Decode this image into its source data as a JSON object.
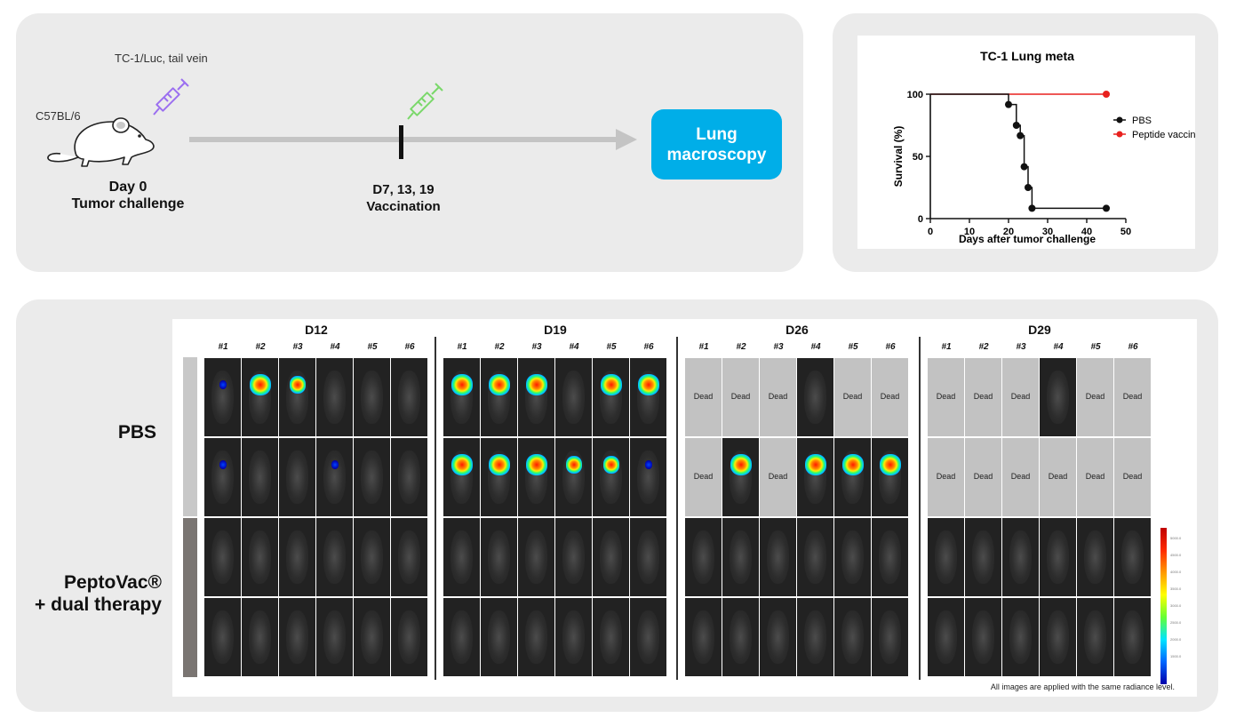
{
  "timeline": {
    "strain": "C57BL/6",
    "injection": "TC-1/Luc, tail vein",
    "day0": "Day 0",
    "day0_event": "Tumor challenge",
    "vacc_days": "D7, 13, 19",
    "vacc_event": "Vaccination",
    "endpoint_line1": "Lung",
    "endpoint_line2": "macroscopy",
    "colors": {
      "syringe1": "#9b6ff0",
      "syringe2": "#7ad86a",
      "endpoint": "#00aee8"
    },
    "icons": [
      "mouse-icon",
      "syringe-icon"
    ]
  },
  "chart_data": {
    "type": "line",
    "title": "TC-1 Lung meta",
    "xlabel": "Days after tumor challenge",
    "ylabel": "Survival (%)",
    "xlim": [
      0,
      50
    ],
    "ylim": [
      0,
      100
    ],
    "xticks": [
      0,
      10,
      20,
      30,
      40,
      50
    ],
    "yticks": [
      0,
      50,
      100
    ],
    "legend_position": "right",
    "series": [
      {
        "name": "PBS",
        "color": "#111111",
        "x": [
          0,
          20,
          22,
          23,
          24,
          25,
          26,
          45
        ],
        "y": [
          100,
          91.7,
          75,
          66.7,
          41.7,
          25,
          8.3,
          8.3
        ]
      },
      {
        "name": "Peptide vaccine",
        "color": "#e8211e",
        "x": [
          0,
          45
        ],
        "y": [
          100,
          100
        ]
      }
    ]
  },
  "imaging": {
    "group1": "PBS",
    "group2_line1": "PeptoVac®",
    "group2_line2": "+ dual therapy",
    "dead_label": "Dead",
    "days": [
      "D12",
      "D19",
      "D26",
      "D29"
    ],
    "mouse_labels": [
      "#1",
      "#2",
      "#3",
      "#4",
      "#5",
      "#6"
    ],
    "colorbar_ticks": [
      "5000.0",
      "4500.0",
      "4000.0",
      "3500.0",
      "3000.0",
      "2500.0",
      "2000.0",
      "1500.0"
    ],
    "footnote": "All images are applied with the same radiance level.",
    "colors": {
      "pbs_bar": "#c8c8c8",
      "vac_bar": "#7a7572"
    },
    "panels": [
      {
        "rows": [
          [
            {
              "s": "dot"
            },
            {
              "s": "big"
            },
            {
              "s": "mid"
            },
            {
              "s": ""
            },
            {
              "s": ""
            },
            {
              "s": ""
            }
          ],
          [
            {
              "s": "dot"
            },
            {
              "s": ""
            },
            {
              "s": ""
            },
            {
              "s": "dot"
            },
            {
              "s": ""
            },
            {
              "s": ""
            }
          ],
          [
            {
              "s": ""
            },
            {
              "s": ""
            },
            {
              "s": ""
            },
            {
              "s": ""
            },
            {
              "s": ""
            },
            {
              "s": ""
            }
          ],
          [
            {
              "s": ""
            },
            {
              "s": ""
            },
            {
              "s": ""
            },
            {
              "s": ""
            },
            {
              "s": ""
            },
            {
              "s": ""
            }
          ]
        ]
      },
      {
        "rows": [
          [
            {
              "s": "big"
            },
            {
              "s": "big"
            },
            {
              "s": "big"
            },
            {
              "s": ""
            },
            {
              "s": "big"
            },
            {
              "s": "big"
            }
          ],
          [
            {
              "s": "big"
            },
            {
              "s": "big"
            },
            {
              "s": "big"
            },
            {
              "s": "mid"
            },
            {
              "s": "mid"
            },
            {
              "s": "dot"
            }
          ],
          [
            {
              "s": ""
            },
            {
              "s": ""
            },
            {
              "s": ""
            },
            {
              "s": ""
            },
            {
              "s": ""
            },
            {
              "s": ""
            }
          ],
          [
            {
              "s": ""
            },
            {
              "s": ""
            },
            {
              "s": ""
            },
            {
              "s": ""
            },
            {
              "s": ""
            },
            {
              "s": ""
            }
          ]
        ]
      },
      {
        "rows": [
          [
            {
              "s": "dead"
            },
            {
              "s": "dead"
            },
            {
              "s": "dead"
            },
            {
              "s": ""
            },
            {
              "s": "dead"
            },
            {
              "s": "dead"
            }
          ],
          [
            {
              "s": "dead"
            },
            {
              "s": "big"
            },
            {
              "s": "dead"
            },
            {
              "s": "big"
            },
            {
              "s": "big"
            },
            {
              "s": "big"
            }
          ],
          [
            {
              "s": ""
            },
            {
              "s": ""
            },
            {
              "s": ""
            },
            {
              "s": ""
            },
            {
              "s": ""
            },
            {
              "s": ""
            }
          ],
          [
            {
              "s": ""
            },
            {
              "s": ""
            },
            {
              "s": ""
            },
            {
              "s": ""
            },
            {
              "s": ""
            },
            {
              "s": ""
            }
          ]
        ]
      },
      {
        "rows": [
          [
            {
              "s": "dead"
            },
            {
              "s": "dead"
            },
            {
              "s": "dead"
            },
            {
              "s": ""
            },
            {
              "s": "dead"
            },
            {
              "s": "dead"
            }
          ],
          [
            {
              "s": "dead"
            },
            {
              "s": "dead"
            },
            {
              "s": "dead"
            },
            {
              "s": "dead"
            },
            {
              "s": "dead"
            },
            {
              "s": "dead"
            }
          ],
          [
            {
              "s": ""
            },
            {
              "s": ""
            },
            {
              "s": ""
            },
            {
              "s": ""
            },
            {
              "s": ""
            },
            {
              "s": ""
            }
          ],
          [
            {
              "s": ""
            },
            {
              "s": ""
            },
            {
              "s": ""
            },
            {
              "s": ""
            },
            {
              "s": ""
            },
            {
              "s": ""
            }
          ]
        ]
      }
    ]
  }
}
